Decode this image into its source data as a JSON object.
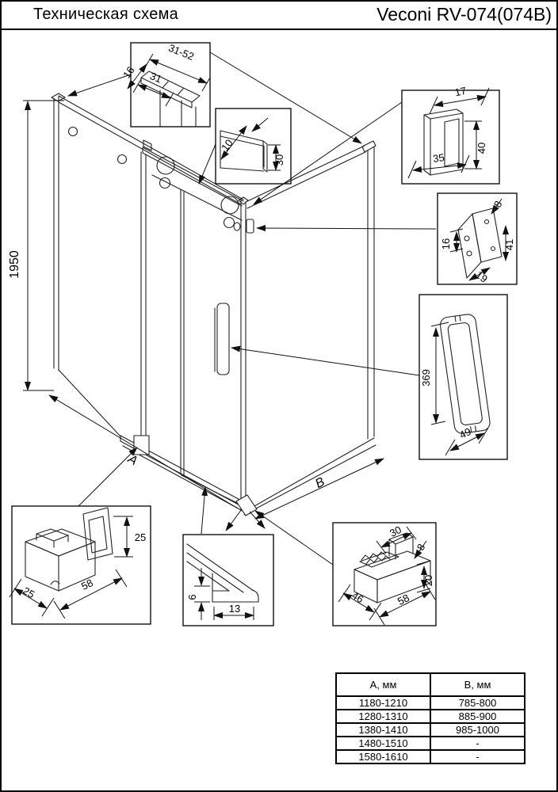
{
  "header": {
    "title_left": "Техническая схема",
    "title_right": "Veconi RV-074(074B)"
  },
  "drawing": {
    "line_color": "#1a1a1a",
    "background": "#ffffff",
    "height_label": "1950",
    "width_a_label": "A",
    "width_b_label": "B",
    "details": {
      "top_profile": {
        "dims": [
          "31-52",
          "31",
          "16"
        ]
      },
      "rail_profile": {
        "dims": [
          "10",
          "30"
        ]
      },
      "wall_bracket": {
        "dims": [
          "17",
          "40",
          "35"
        ]
      },
      "corner_bracket": {
        "dims": [
          "8",
          "16",
          "41",
          "19"
        ]
      },
      "handle": {
        "dims": [
          "369",
          "49"
        ]
      },
      "bottom_holder": {
        "dims": [
          "25",
          "25",
          "58"
        ]
      },
      "threshold_profile": {
        "dims": [
          "6",
          "13"
        ]
      },
      "corner_holder": {
        "dims": [
          "30",
          "8",
          "20",
          "46",
          "58"
        ]
      }
    }
  },
  "size_table": {
    "columns": [
      "А, мм",
      "В, мм"
    ],
    "rows": [
      [
        "1180-1210",
        "785-800"
      ],
      [
        "1280-1310",
        "885-900"
      ],
      [
        "1380-1410",
        "985-1000"
      ],
      [
        "1480-1510",
        "-"
      ],
      [
        "1580-1610",
        "-"
      ]
    ]
  }
}
